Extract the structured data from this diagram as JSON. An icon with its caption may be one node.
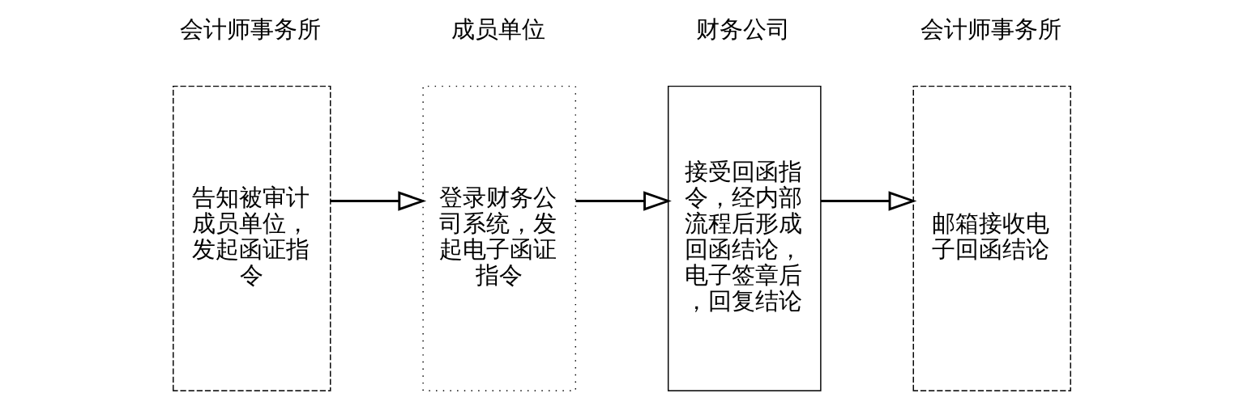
{
  "diagram": {
    "nodes": [
      {
        "text": [
          "会计师事务所",
          "告知被审计成员单位，发起函证指令"
        ]
      },
      {
        "text": [
          "成员单位",
          "登录财务公司系统，发起电子函证指令"
        ]
      },
      {
        "text": [
          "财务公司",
          "接受回函指令，经内部流程后形成回函结论，电子签章后，回复结论"
        ]
      },
      {
        "text": [
          "会计师事务所",
          "邮箱接收电子回函结论"
        ]
      }
    ],
    "edges": [
      {
        "from": 0,
        "to": 1,
        "arrow": "to"
      },
      {
        "from": 1,
        "to": 2,
        "arrow": "to"
      },
      {
        "from": 2,
        "to": 3,
        "arrow": "to"
      }
    ]
  }
}
